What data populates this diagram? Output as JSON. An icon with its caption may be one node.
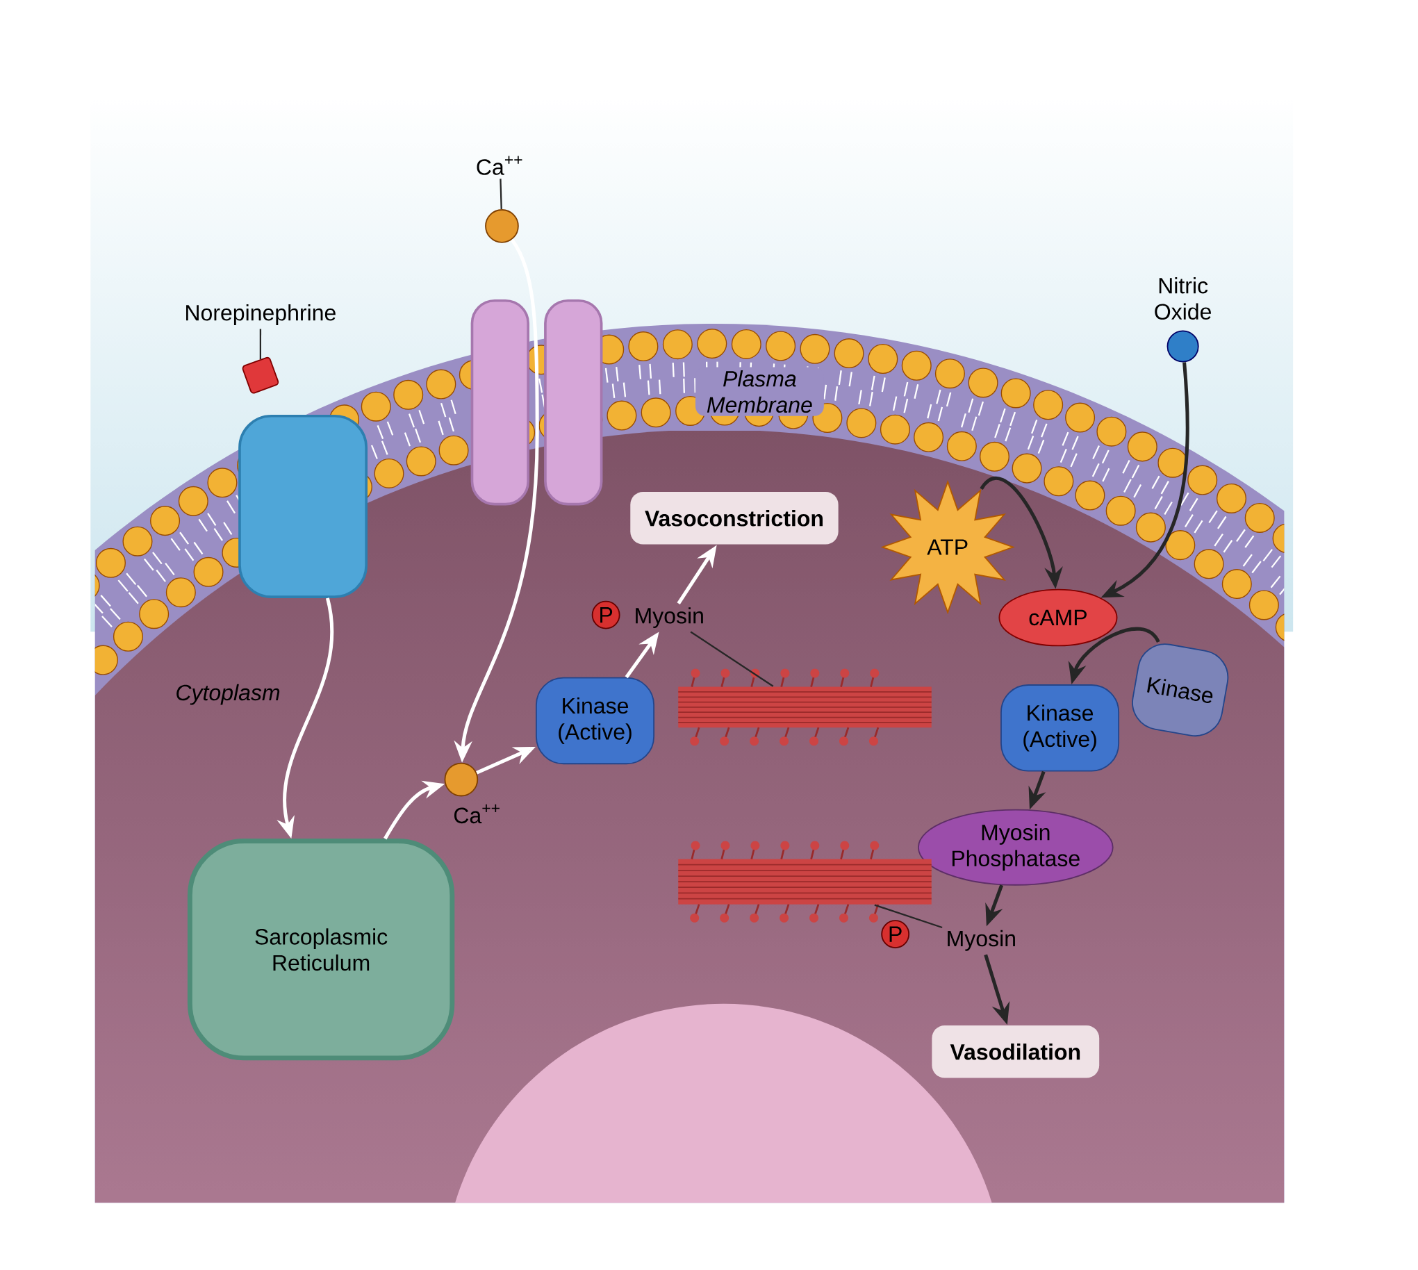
{
  "diagram": {
    "nodes": [
      {
        "text": [
          "Ca$^{++}$"
        ]
      },
      {
        "text": [],
        "shape": "circle"
      },
      {
        "text": [
          "Norepinephrine"
        ]
      },
      {
        "text": [],
        "shape": "box"
      },
      {
        "text": [],
        "shape": "box"
      },
      {
        "text": [],
        "shape": "box"
      },
      {
        "text": [],
        "shape": "box"
      },
      {
        "text": [],
        "shape": "circle",
        "beside": [
          "Nitric Oxide"
        ]
      },
      {
        "text": [
          "Vasoconstriction"
        ]
      },
      {
        "text": [
          "ATP"
        ]
      },
      {
        "text": [
          "cAMP"
        ]
      },
      {
        "text": [
          "Kinase"
        ]
      },
      {
        "text": [
          "Kinase (Active)"
        ]
      },
      {
        "text": [
          "Myosin Phosphatase"
        ]
      },
      {
        "text": [
          "P"
        ]
      },
      {
        "text": [
          "Myosin"
        ]
      },
      {
        "text": [],
        "shape": "bar"
      },
      {
        "text": [
          "Kinase (Active)"
        ]
      },
      {
        "text": [],
        "shape": "circle",
        "beside": [
          "Ca$^{++}$"
        ]
      },
      {
        "text": [
          "Sarcoplasmic Reticulum"
        ]
      },
      {
        "text": [],
        "shape": "bar"
      },
      {
        "text": [
          "P"
        ]
      },
      {
        "text": [
          "Myosin"
        ]
      },
      {
        "text": [
          "Vasodilation"
        ]
      }
    ],
    "edges": [
      {
        "from": 0,
        "to": 1,
        "arrow": "none"
      },
      {
        "from": 2,
        "to": 3,
        "arrow": "none"
      },
      {
        "from": 1,
        "to": 18,
        "arrow": "to",
        "color": "#ffffff"
      },
      {
        "from": 4,
        "to": 19,
        "arrow": "to",
        "color": "#ffffff"
      },
      {
        "from": 19,
        "to": 18,
        "arrow": "to",
        "color": "#ffffff"
      },
      {
        "from": 18,
        "to": 17,
        "arrow": "to",
        "color": "#ffffff"
      },
      {
        "from": 17,
        "to": 15,
        "arrow": "to",
        "color": "#ffffff"
      },
      {
        "from": 15,
        "to": 8,
        "arrow": "to",
        "color": "#ffffff"
      },
      {
        "from": 9,
        "to": 10,
        "arrow": "to"
      },
      {
        "from": 7,
        "to": 10,
        "arrow": "to"
      },
      {
        "from": 11,
        "to": 12,
        "arrow": "to"
      },
      {
        "from": 12,
        "to": 13,
        "arrow": "to"
      },
      {
        "from": 13,
        "to": 22,
        "arrow": "to"
      },
      {
        "from": 22,
        "to": 23,
        "arrow": "to"
      },
      {
        "from": 15,
        "to": 16,
        "arrow": "none"
      },
      {
        "from": 22,
        "to": 20,
        "arrow": "none"
      }
    ],
    "labels": [
      "Plasma Membrane",
      "Cytoplasm"
    ]
  }
}
